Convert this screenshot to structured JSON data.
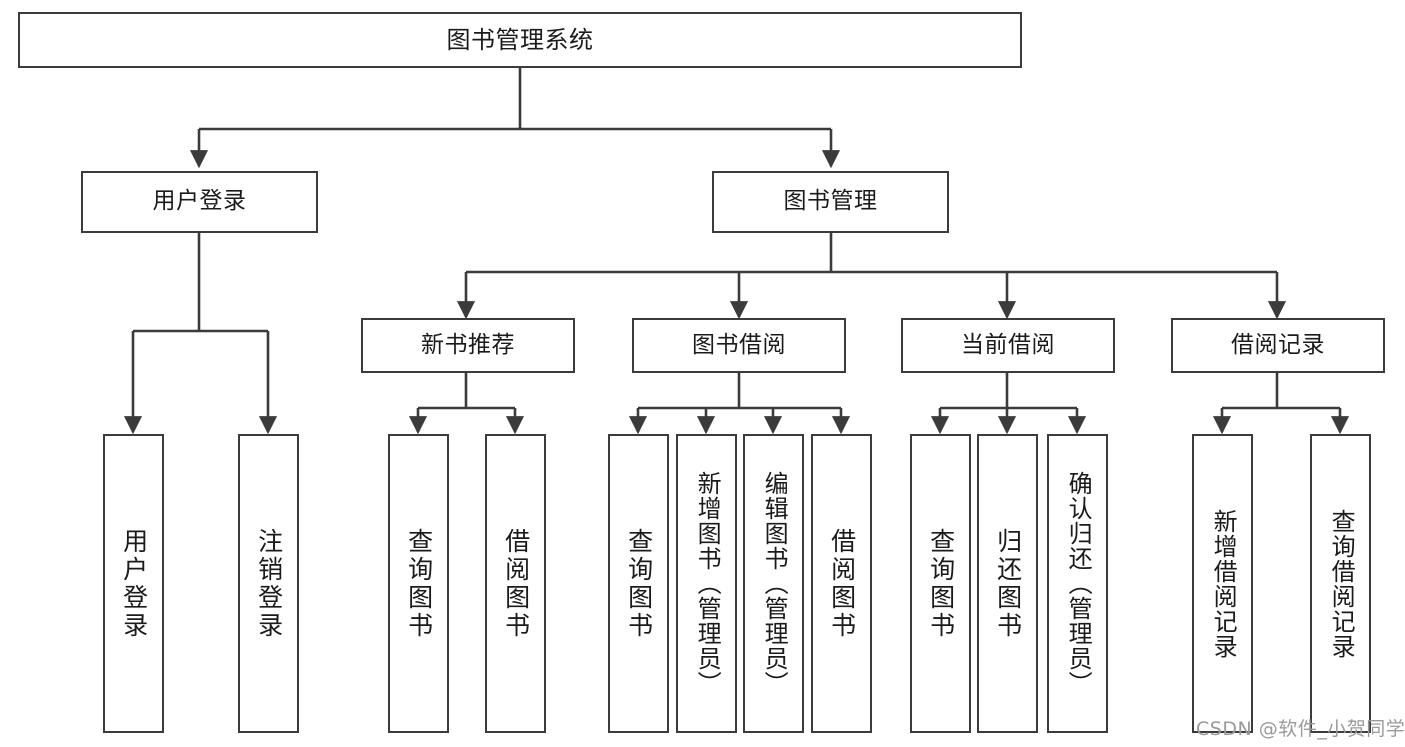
{
  "diagram": {
    "title": "图书管理系统",
    "type": "tree",
    "background": "#ffffff",
    "line_color": "#3b3b3b",
    "box_border_color": "#3b3b3b",
    "box_fill": "#ffffff",
    "text_color": "#1b1b1b"
  },
  "root": {
    "label": "图书管理系统"
  },
  "level1": [
    {
      "label": "用户登录"
    },
    {
      "label": "图书管理"
    }
  ],
  "level2": [
    {
      "label": "新书推荐"
    },
    {
      "label": "图书借阅"
    },
    {
      "label": "当前借阅"
    },
    {
      "label": "借阅记录"
    }
  ],
  "leaves": {
    "user_login": [
      {
        "label": "用户登录"
      },
      {
        "label": "注销登录"
      }
    ],
    "new_book": [
      {
        "label": "查询图书"
      },
      {
        "label": "借阅图书"
      }
    ],
    "book_borrow": [
      {
        "label": "查询图书"
      },
      {
        "label": "新增图书（管理员）"
      },
      {
        "label": "编辑图书（管理员）"
      },
      {
        "label": "借阅图书"
      }
    ],
    "current_borrow": [
      {
        "label": "查询图书"
      },
      {
        "label": "归还图书"
      },
      {
        "label": "确认归还（管理员）"
      }
    ],
    "borrow_record": [
      {
        "label": "新增借阅记录"
      },
      {
        "label": "查询借阅记录"
      }
    ]
  },
  "watermark": {
    "text": "CSDN @软件_小贺同学",
    "color": "#9a9a9a"
  }
}
